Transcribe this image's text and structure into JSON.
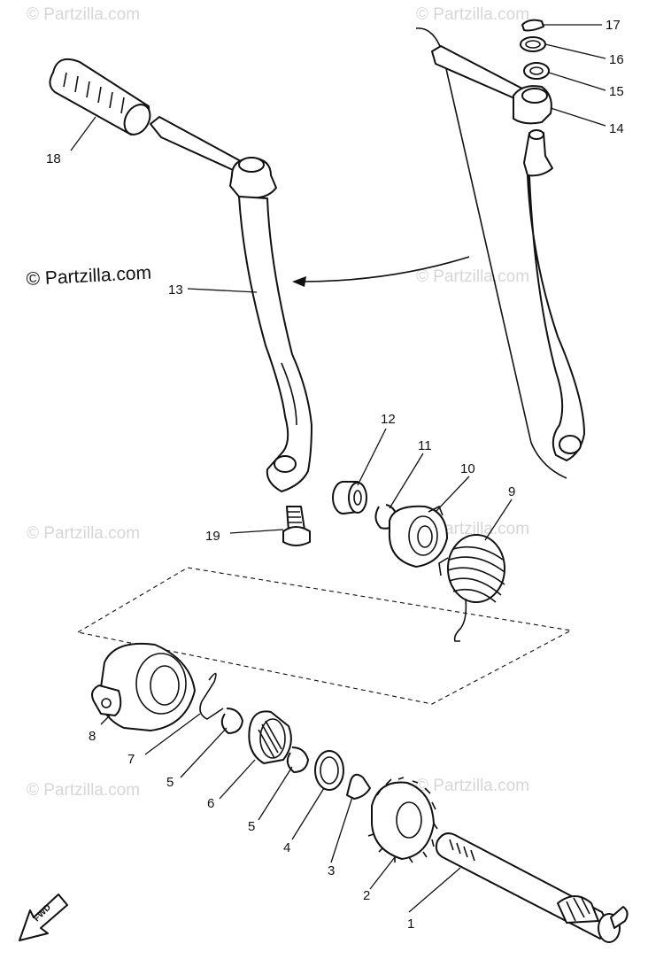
{
  "watermark": "© Partzilla.com",
  "copyright": "© Partzilla.com",
  "fwd_label": "FWD",
  "callouts": [
    "1",
    "2",
    "3",
    "4",
    "5",
    "5",
    "6",
    "7",
    "8",
    "9",
    "10",
    "11",
    "12",
    "13",
    "14",
    "15",
    "16",
    "17",
    "18",
    "19"
  ],
  "colors": {
    "line": "#111111",
    "watermark": "#d6d6d6",
    "background": "#ffffff"
  }
}
